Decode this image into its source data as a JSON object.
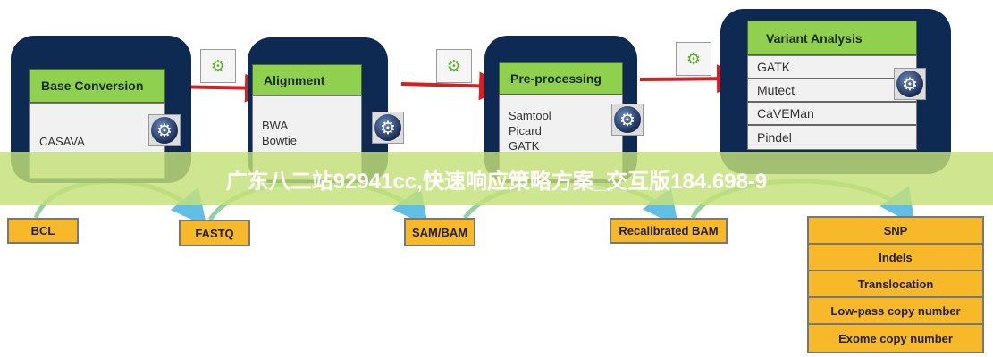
{
  "stages": [
    {
      "title": "Base Conversion",
      "tools": [
        "CASAVA"
      ]
    },
    {
      "title": "Alignment",
      "tools": [
        "BWA",
        "Bowtie"
      ]
    },
    {
      "title": "Pre-processing",
      "tools": [
        "Samtool",
        "Picard",
        "GATK"
      ]
    },
    {
      "title": "Variant Analysis",
      "tools": [
        "GATK",
        "Mutect",
        "CaVEMan",
        "Pindel"
      ]
    }
  ],
  "outputs": {
    "bcl": "BCL",
    "fastq": "FASTQ",
    "sambam": "SAM/BAM",
    "recal": "Recalibrated BAM",
    "variants": [
      "SNP",
      "Indels",
      "Translocation",
      "Low-pass copy number",
      "Exome copy number"
    ]
  },
  "banner": "广东八二站92941cc,快速响应策略方案_交互版184.698-9",
  "colors": {
    "stage": "#0f2a52",
    "header": "#8fd14f",
    "output": "#f7b82a",
    "arrow": "#d42020",
    "banner": "#c4e078"
  }
}
